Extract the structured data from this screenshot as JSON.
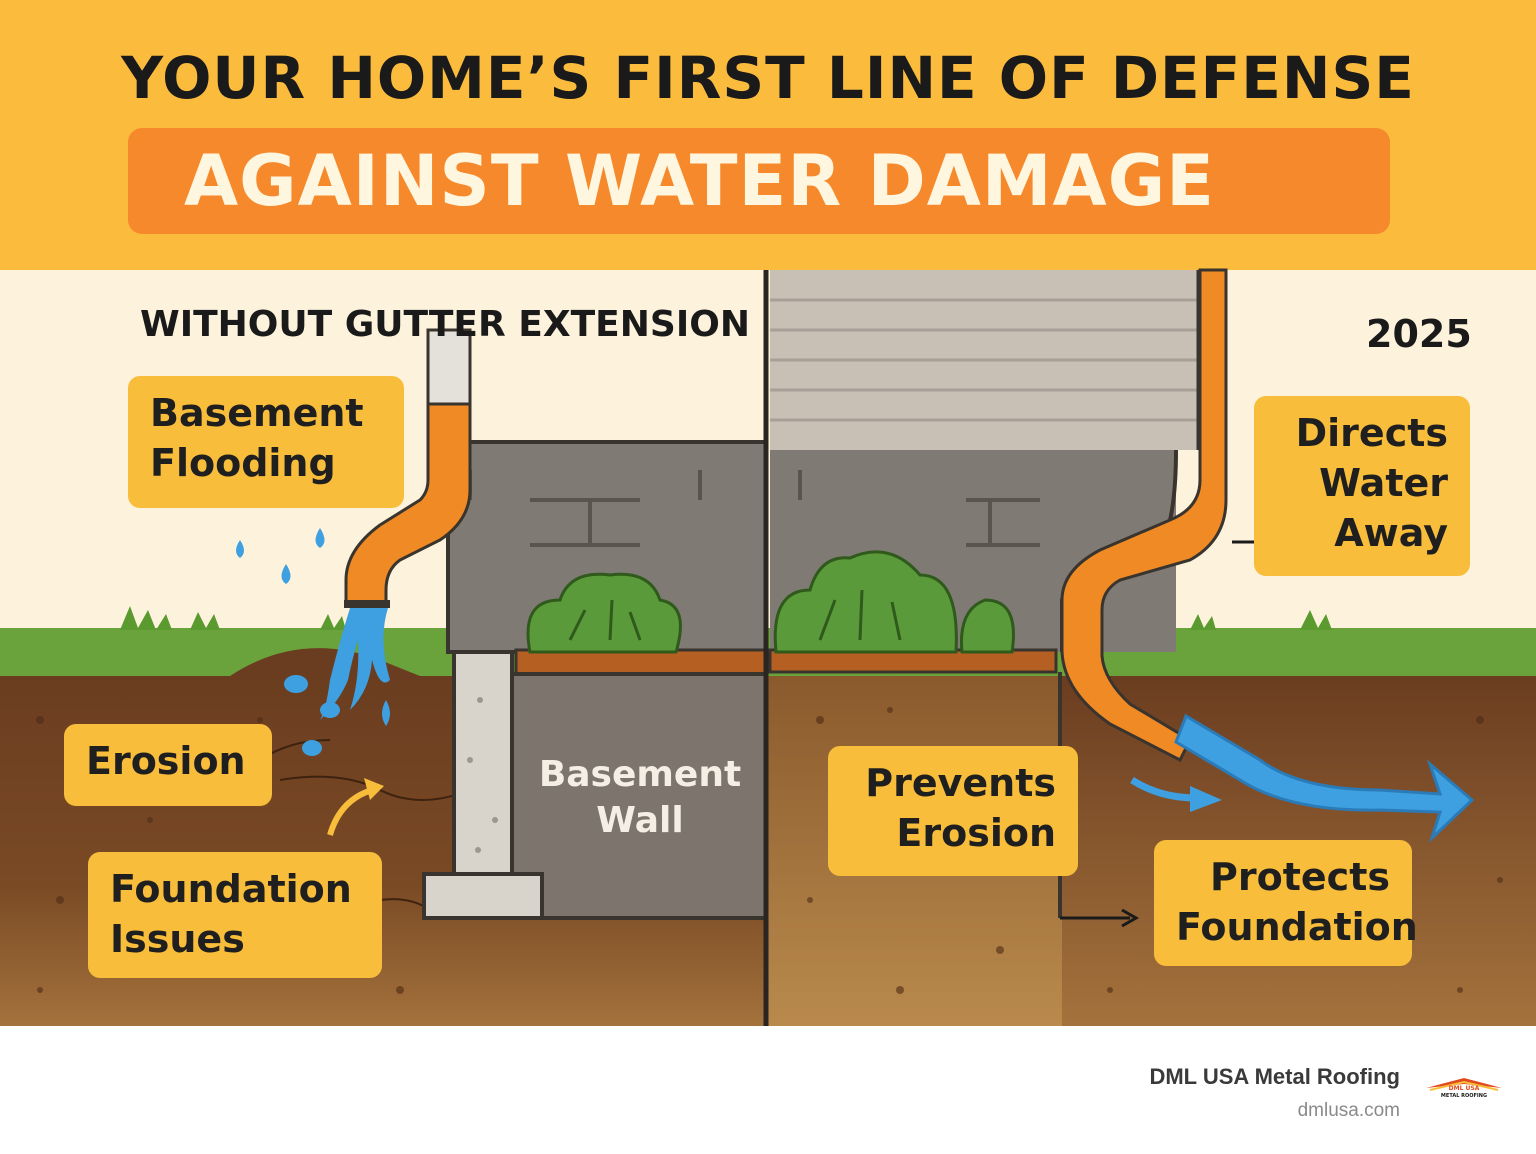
{
  "header": {
    "line1": "YOUR HOME’S FIRST LINE OF DEFENSE",
    "line2": "AGAINST WATER DAMAGE"
  },
  "left_panel": {
    "title": "WITHOUT GUTTER EXTENSION",
    "labels": {
      "basement_flooding": [
        "Basement",
        "Flooding"
      ],
      "erosion": "Erosion",
      "foundation_issues": [
        "Foundation",
        "Issues"
      ],
      "basement_wall": [
        "Basement",
        "Wall"
      ]
    }
  },
  "right_panel": {
    "year": "2025",
    "labels": {
      "directs_water_away": [
        "Directs",
        "Water",
        "Away"
      ],
      "prevents_erosion": [
        "Prevents",
        "Erosion"
      ],
      "protects_foundation": [
        "Protects",
        "Foundation"
      ]
    }
  },
  "footer": {
    "brand": "DML USA Metal Roofing",
    "url": "dmlusa.com",
    "logo_text": [
      "DML USA",
      "METAL ROOFING"
    ]
  },
  "colors": {
    "header_bg": "#fbbc3e",
    "banner": "#f6892b",
    "sky": "#fdf3dc",
    "grass": "#6aa33b",
    "soil_dark": "#6b3d20",
    "soil_light": "#a9773f",
    "water": "#3ea0e0",
    "downspout": "#f08a24",
    "label_bg": "#f8bd3a"
  }
}
